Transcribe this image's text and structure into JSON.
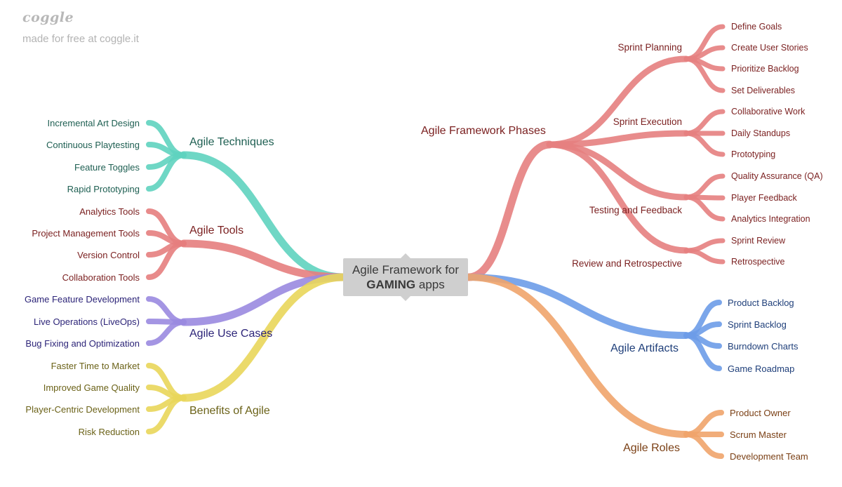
{
  "brand": {
    "logo": "coggle",
    "tagline": "made for free at coggle.it"
  },
  "center": {
    "line1": "Agile Framework for",
    "bold": "GAMING",
    "rest": " apps"
  },
  "colors": {
    "techniques": "#5fd3bf",
    "techniques_text": "#1e5f52",
    "tools": "#e67e7e",
    "tools_text": "#7a1f1f",
    "use_cases": "#9a8ae0",
    "use_cases_text": "#2c2478",
    "benefits": "#e9d65a",
    "benefits_text": "#6b6218",
    "phases": "#e58080",
    "phases_text": "#7a1f1f",
    "artifacts": "#6d9ce8",
    "artifacts_text": "#1f3f7a",
    "roles": "#f0a46b",
    "roles_text": "#7a3f14",
    "brand": "#b8b8b8",
    "center_bg": "#cfcfcf"
  },
  "branches": {
    "techniques": {
      "label": "Agile Techniques",
      "leaves": [
        "Incremental Art Design",
        "Continuous Playtesting",
        "Feature Toggles",
        "Rapid Prototyping"
      ]
    },
    "tools": {
      "label": "Agile Tools",
      "leaves": [
        "Analytics Tools",
        "Project Management Tools",
        "Version Control",
        "Collaboration Tools"
      ]
    },
    "use_cases": {
      "label": "Agile Use Cases",
      "leaves": [
        "Game Feature Development",
        "Live Operations (LiveOps)",
        "Bug Fixing and Optimization"
      ]
    },
    "benefits": {
      "label": "Benefits of Agile",
      "leaves": [
        "Faster Time to Market",
        "Improved Game Quality",
        "Player-Centric Development",
        "Risk Reduction"
      ]
    },
    "phases": {
      "label": "Agile Framework Phases",
      "subs": [
        {
          "label": "Sprint Planning",
          "leaves": [
            "Define Goals",
            "Create User Stories",
            "Prioritize Backlog",
            "Set Deliverables"
          ]
        },
        {
          "label": "Sprint Execution",
          "leaves": [
            "Collaborative Work",
            "Daily Standups",
            "Prototyping"
          ]
        },
        {
          "label": "Testing and Feedback",
          "leaves": [
            "Quality Assurance (QA)",
            "Player Feedback",
            "Analytics Integration"
          ]
        },
        {
          "label": "Review and Retrospective",
          "leaves": [
            "Sprint Review",
            "Retrospective"
          ]
        }
      ]
    },
    "artifacts": {
      "label": "Agile Artifacts",
      "leaves": [
        "Product Backlog",
        "Sprint Backlog",
        "Burndown Charts",
        "Game Roadmap"
      ]
    },
    "roles": {
      "label": "Agile Roles",
      "leaves": [
        "Product Owner",
        "Scrum Master",
        "Development Team"
      ]
    }
  }
}
